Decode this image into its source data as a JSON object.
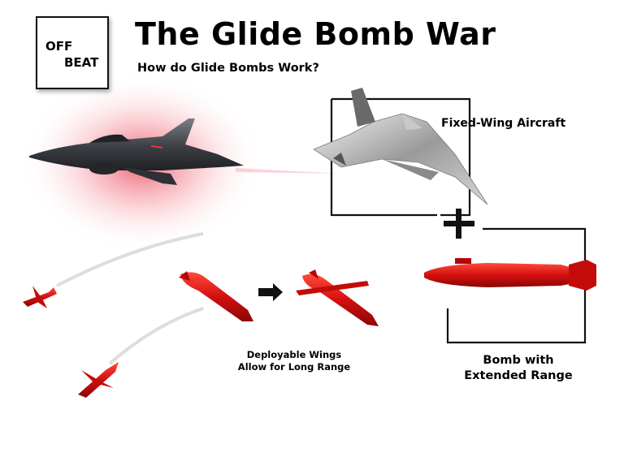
{
  "logo": {
    "line1": "OFF",
    "line2": "BEAT"
  },
  "header": {
    "title": "The Glide Bomb War",
    "subtitle": "How do Glide Bombs Work?"
  },
  "labels": {
    "aircraft": "Fixed-Wing Aircraft",
    "plus": "+",
    "wings_line1": "Deployable Wings",
    "wings_line2": "Allow for Long Range",
    "bomb_line1": "Bomb with",
    "bomb_line2": "Extended Range"
  },
  "colors": {
    "bomb_red": "#d40f0f",
    "jet_gray": "#4a4d52",
    "frame": "#111111",
    "glow": "#f07a86"
  },
  "icons": [
    "fighter-jet-icon",
    "fighter-jet-topview-icon",
    "glide-bomb-icon",
    "arrow-right-icon",
    "bomb-icon"
  ]
}
